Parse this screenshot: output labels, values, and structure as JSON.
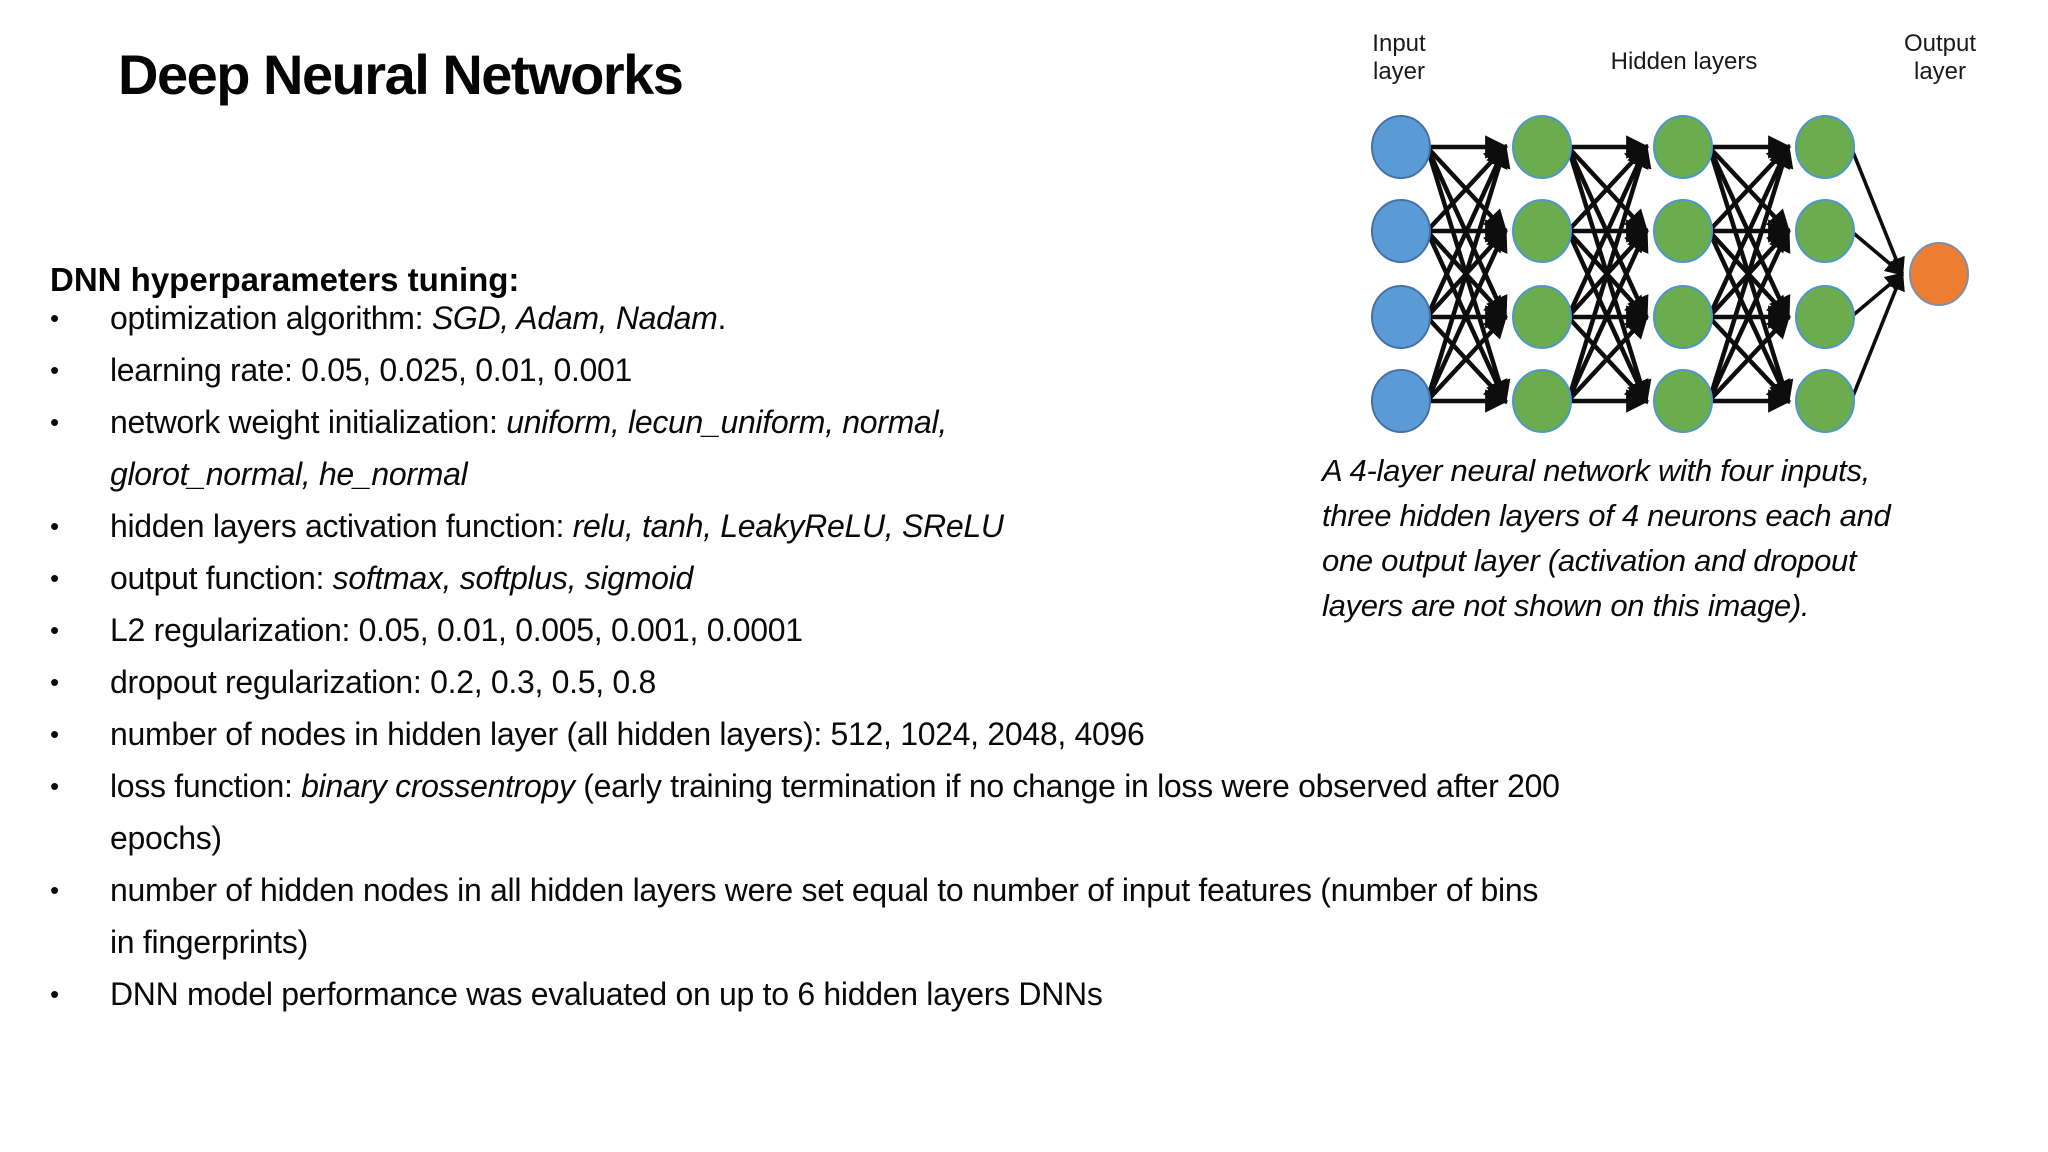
{
  "slide": {
    "title": "Deep Neural Networks",
    "section_heading": "DNN hyperparameters tuning:",
    "bullet_char": "•"
  },
  "bullets": [
    {
      "lines": [
        [
          {
            "text": "optimization algorithm: "
          },
          {
            "text": "SGD, Adam, Nadam",
            "italic": true
          },
          {
            "text": "."
          }
        ]
      ]
    },
    {
      "lines": [
        [
          {
            "text": "learning rate: 0.05, 0.025, 0.01, 0.001"
          }
        ]
      ]
    },
    {
      "lines": [
        [
          {
            "text": "network weight initialization: "
          },
          {
            "text": "uniform, lecun_uniform, normal,",
            "italic": true
          }
        ],
        [
          {
            "text": "glorot_normal, he_normal",
            "italic": true
          }
        ]
      ]
    },
    {
      "lines": [
        [
          {
            "text": "hidden layers activation function: "
          },
          {
            "text": "relu, tanh, LeakyReLU, SReLU",
            "italic": true
          }
        ]
      ]
    },
    {
      "lines": [
        [
          {
            "text": "output function: "
          },
          {
            "text": "softmax, softplus, sigmoid",
            "italic": true
          }
        ]
      ]
    },
    {
      "lines": [
        [
          {
            "text": "L2 regularization: 0.05, 0.01, 0.005, 0.001, 0.0001"
          }
        ]
      ]
    },
    {
      "lines": [
        [
          {
            "text": "dropout regularization: 0.2, 0.3, 0.5, 0.8"
          }
        ]
      ]
    },
    {
      "lines": [
        [
          {
            "text": "number of nodes in hidden layer (all hidden layers): 512, 1024, 2048, 4096"
          }
        ]
      ]
    },
    {
      "lines": [
        [
          {
            "text": "loss function: "
          },
          {
            "text": "binary crossentropy",
            "italic": true
          },
          {
            "text": " (early training termination if no change in loss were observed after 200"
          }
        ],
        [
          {
            "text": "epochs)"
          }
        ]
      ]
    },
    {
      "lines": [
        [
          {
            "text": "number of hidden nodes in all hidden layers were set equal to number of input features (number of bins"
          }
        ],
        [
          {
            "text": "in fingerprints)"
          }
        ]
      ]
    },
    {
      "lines": [
        [
          {
            "text": "DNN model performance was evaluated on up to 6 hidden layers DNNs"
          }
        ]
      ]
    }
  ],
  "diagram": {
    "labels": {
      "input": "Input layer",
      "hidden": "Hidden layers",
      "output": "Output layer"
    },
    "caption_lines": [
      "A 4-layer neural network with four inputs,",
      "three hidden layers of 4 neurons each and",
      "one output layer (activation and dropout",
      "layers are not shown on this image)."
    ],
    "network": {
      "layer_sizes": [
        4,
        4,
        4,
        4,
        1
      ],
      "layer_roles": [
        "input",
        "hidden",
        "hidden",
        "hidden",
        "output"
      ],
      "node_colors": {
        "input": "#5B9BD5",
        "hidden": "#6BAC4E",
        "output": "#ED7D31"
      },
      "node_strokes": {
        "input": "#4472A8",
        "hidden": "#4F96CC",
        "output": "#7E8FA9"
      },
      "edge_color": "#0d0d0d"
    }
  }
}
